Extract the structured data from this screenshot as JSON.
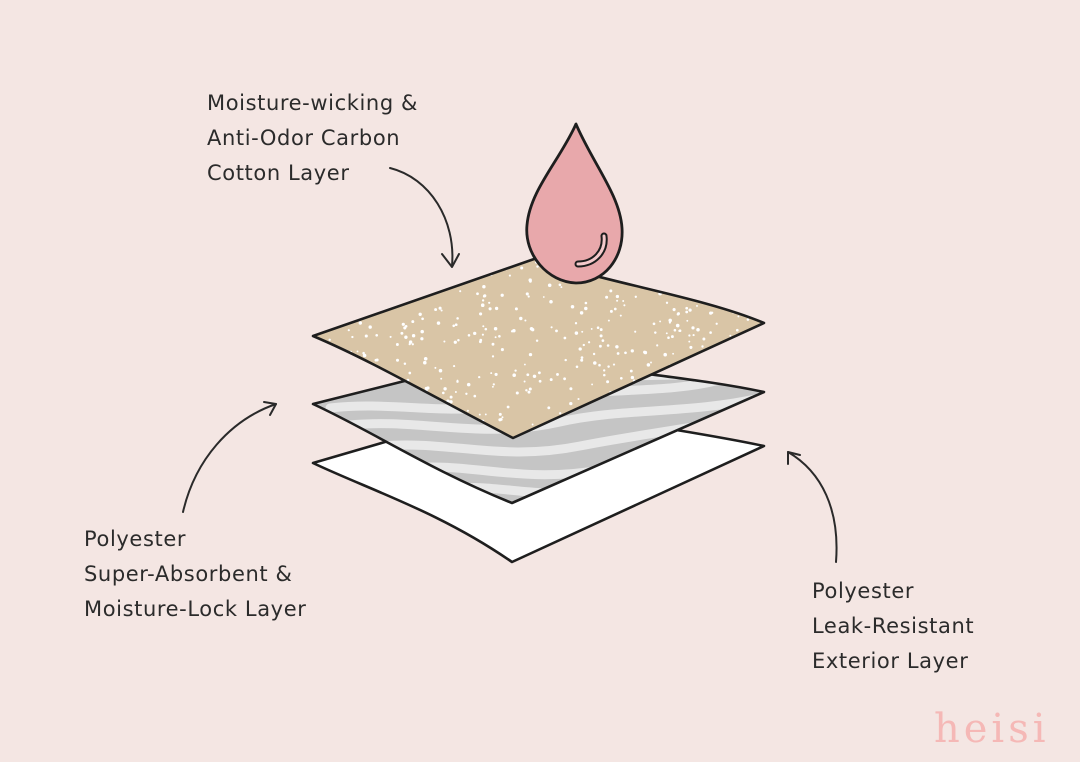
{
  "labels": {
    "top": {
      "line1": "Moisture-wicking &",
      "line2": "Anti-Odor Carbon",
      "line3": "Cotton Layer"
    },
    "left": {
      "line1": "Polyester",
      "line2": "Super-Absorbent &",
      "line3": "Moisture-Lock Layer"
    },
    "right": {
      "line1": "Polyester",
      "line2": "Leak-Resistant",
      "line3": "Exterior Layer"
    }
  },
  "watermark": "heisi",
  "colors": {
    "background": "#f4e6e3",
    "cotton_layer": "#d9c5a6",
    "absorbent_layer": "#c5c5c5",
    "exterior_layer": "#ffffff",
    "droplet": "#e8a8ab",
    "outline": "#1e1e1e",
    "watermark": "#f5b8b6"
  }
}
